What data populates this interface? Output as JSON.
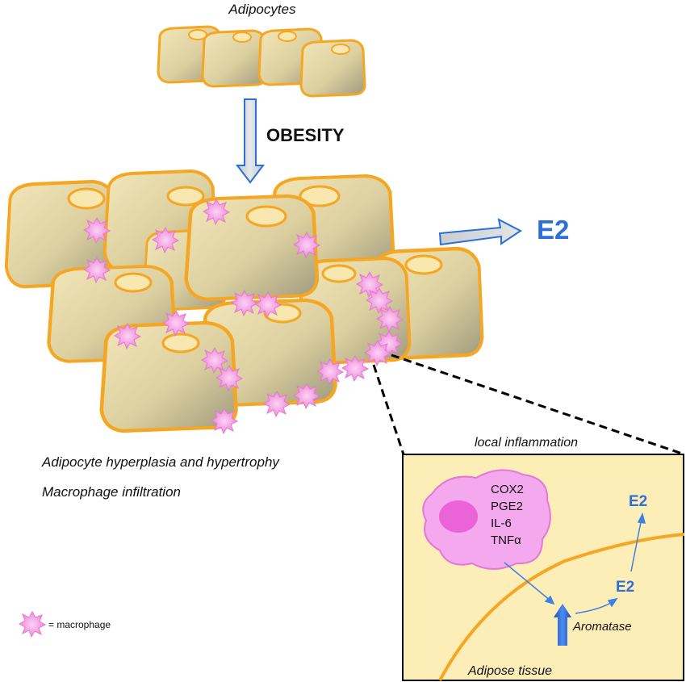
{
  "top_label": "Adipocytes",
  "obesity_label": "OBESITY",
  "output_label": "E2",
  "caption_line1": "Adipocyte hyperplasia and hypertrophy",
  "caption_line2": "Macrophage infiltration",
  "legend_text": "= macrophage",
  "inset": {
    "title": "local inflammation",
    "factors": [
      "COX2",
      "PGE2",
      "IL-6",
      "TNFα"
    ],
    "enzyme": "Aromatase",
    "product_lower": "E2",
    "product_upper": "E2",
    "tissue": "Adipose tissue"
  },
  "colors": {
    "cell_fill_light": "#f2e3b0",
    "cell_fill_dark": "#a49d7e",
    "cell_outline": "#f5a623",
    "macrophage": "#f39fe0",
    "arrow_blue": "#2c6fd6",
    "inset_bg": "#fdeeb8"
  }
}
